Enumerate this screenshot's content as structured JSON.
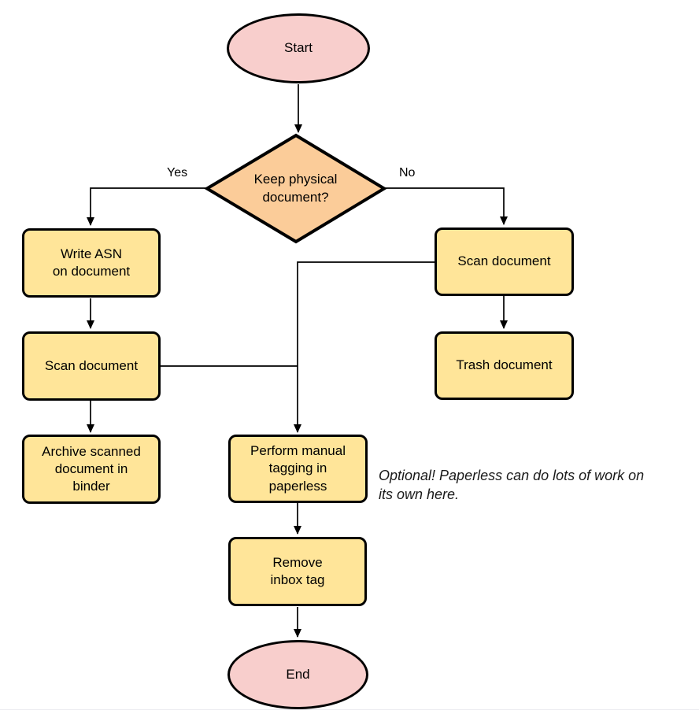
{
  "diagram": {
    "type": "flowchart",
    "nodes": {
      "start": {
        "label": "Start",
        "shape": "terminator"
      },
      "decision": {
        "label": "Keep physical\ndocument?",
        "shape": "decision"
      },
      "write_asn": {
        "label": "Write ASN\non document",
        "shape": "process"
      },
      "scan_left": {
        "label": "Scan document",
        "shape": "process"
      },
      "archive": {
        "label": "Archive scanned\ndocument in\nbinder",
        "shape": "process"
      },
      "scan_right": {
        "label": "Scan document",
        "shape": "process"
      },
      "trash": {
        "label": "Trash document",
        "shape": "process"
      },
      "tagging": {
        "label": "Perform manual\ntagging in\npaperless",
        "shape": "process"
      },
      "remove_inbox": {
        "label": "Remove\ninbox tag",
        "shape": "process"
      },
      "end": {
        "label": "End",
        "shape": "terminator"
      }
    },
    "edge_labels": {
      "yes": "Yes",
      "no": "No"
    },
    "edges": [
      "start -> decision",
      "decision -Yes-> write_asn",
      "decision -No-> scan_right",
      "write_asn -> scan_left",
      "scan_left -> archive",
      "scan_left -> tagging",
      "scan_right -> trash",
      "scan_right -> tagging",
      "tagging -> remove_inbox",
      "remove_inbox -> end"
    ],
    "annotation": "Optional! Paperless can do lots of work on\nits own here.",
    "colors": {
      "terminator_fill": "#F8CECC",
      "decision_fill": "#FBCC99",
      "process_fill": "#FFE599",
      "stroke": "#000000"
    }
  }
}
